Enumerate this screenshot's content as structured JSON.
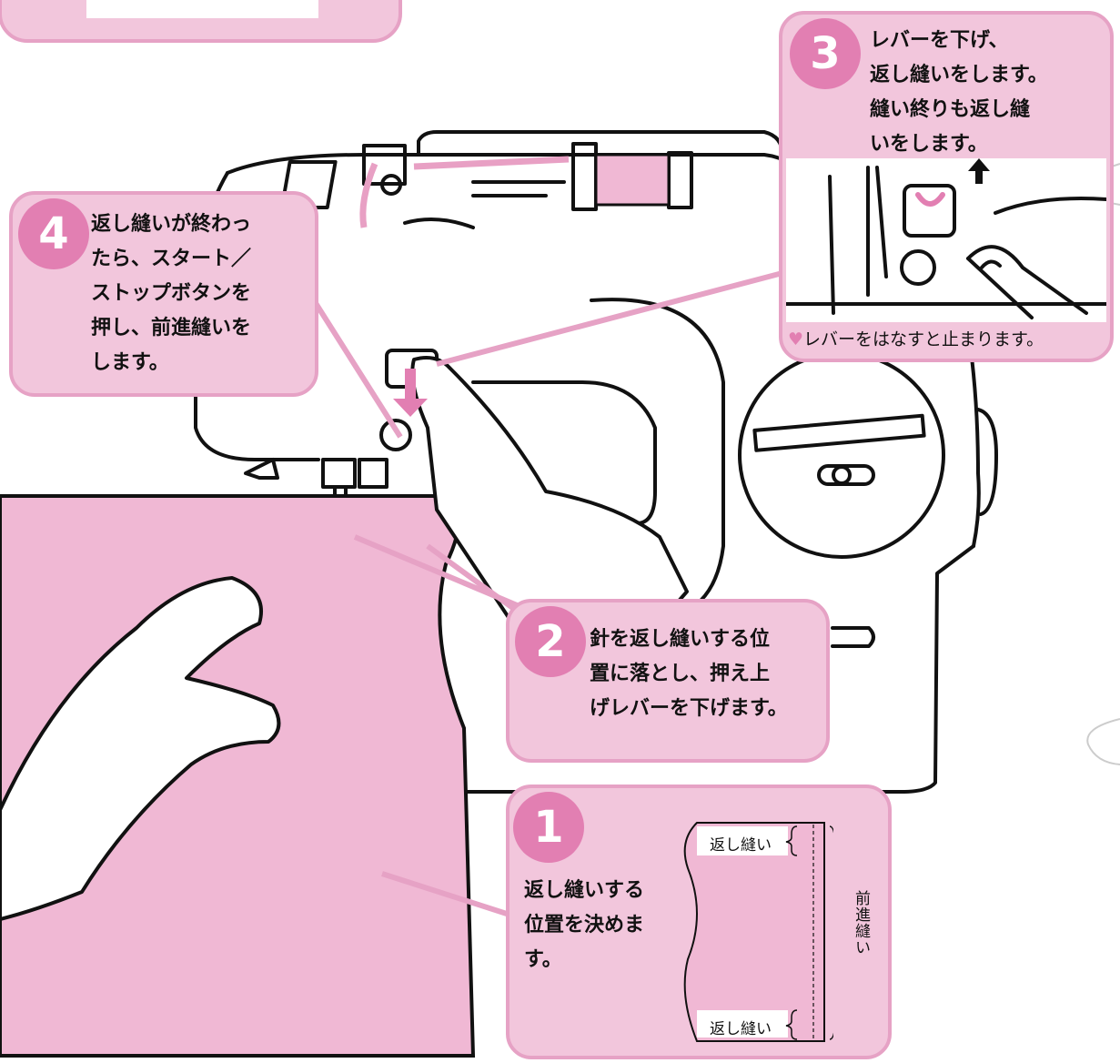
{
  "steps": [
    {
      "number": "1",
      "text": "返し縫いする\n位置を決めま\nす。"
    },
    {
      "number": "2",
      "text": "針を返し縫いする位\n置に落とし、押え上\nげレバーを下げます。"
    },
    {
      "number": "3",
      "text": "レバーを下げ、\n返し縫いをします。\n縫い終りも返し縫\nいをします。",
      "note": "レバーをはなすと止まります。"
    },
    {
      "number": "4",
      "text": "返し縫いが終わっ\nたら、スタート／\nストップボタンを\n押し、前進縫いを\nします。"
    }
  ],
  "diagram_labels": {
    "top_backstitch": "返し縫い",
    "bottom_backstitch": "返し縫い",
    "forward_stitch": "前進縫い"
  },
  "colors": {
    "callout_fill": "#f2c6dc",
    "callout_border": "#e6a2c5",
    "badge": "#e27fb2",
    "fabric": "#f0b8d4",
    "line": "#111111"
  },
  "icons": [
    "heart-icon",
    "up-arrow-icon",
    "down-arrow-icon"
  ]
}
